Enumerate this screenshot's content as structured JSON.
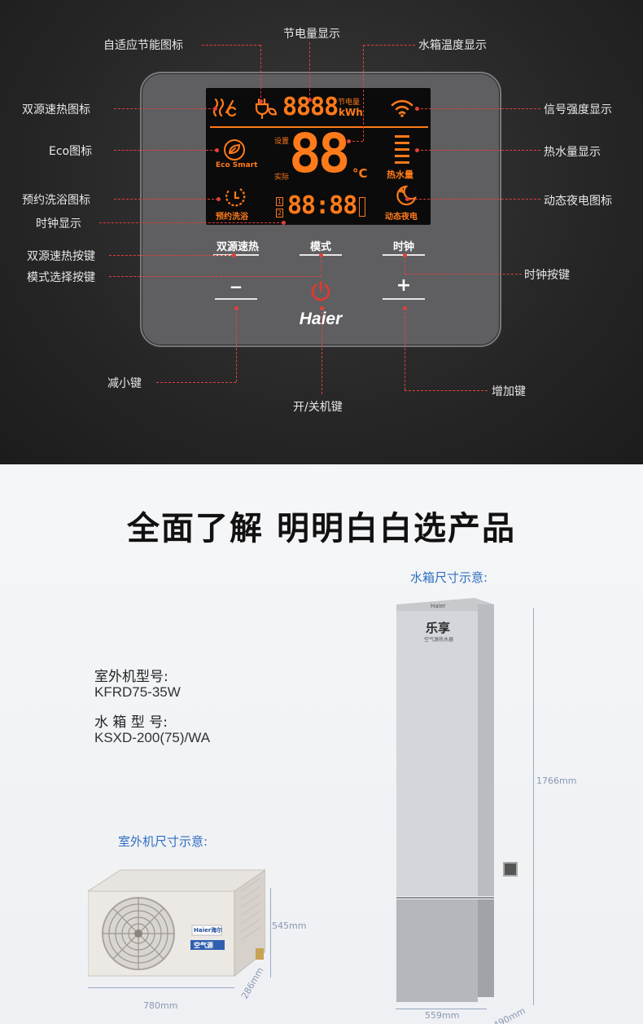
{
  "annotations": {
    "energy_saving_icon": "自适应节能图标",
    "power_display": "节电量显示",
    "tank_temp_display": "水箱温度显示",
    "dual_heat_icon": "双源速热图标",
    "signal_display": "信号强度显示",
    "eco_icon": "Eco图标",
    "hot_water_display": "热水量显示",
    "reserve_bath_icon": "预约洗浴图标",
    "night_power_icon": "动态夜电图标",
    "clock_display": "时钟显示",
    "dual_heat_key": "双源速热按键",
    "mode_key": "模式选择按键",
    "clock_key": "时钟按键",
    "minus_key": "减小键",
    "power_key": "开/关机键",
    "plus_key": "增加键"
  },
  "lcd": {
    "kwh_digits": "8888",
    "kwh_label_top": "节电量",
    "kwh_label_bottom": "kWh",
    "eco_label": "Eco Smart",
    "set_label": "设置",
    "actual_label": "实际",
    "temp_digits": "88",
    "temp_unit": "°C",
    "hot_water_label": "热水量",
    "reserve_label": "预约洗浴",
    "clock_digits": "88:88",
    "night_label": "动态夜电",
    "clock_idx_1": "1",
    "clock_idx_2": "2"
  },
  "buttons": {
    "dual_heat": "双源速热",
    "mode": "模式",
    "clock": "时钟",
    "minus": "−",
    "plus": "+"
  },
  "brand": "Haier",
  "headline": "全面了解  明明白白选产品",
  "tank_size_title": "水箱尺寸示意:",
  "outdoor_size_title": "室外机尺寸示意:",
  "specs": {
    "outdoor_label": "室外机型号:",
    "outdoor_model": "KFRD75-35W",
    "tank_label": "水 箱 型 号:",
    "tank_model": "KSXD-200(75)/WA"
  },
  "dimensions": {
    "tank_height": "1766mm",
    "tank_width": "559mm",
    "tank_depth": "490mm",
    "outdoor_height": "545mm",
    "outdoor_width": "780mm",
    "outdoor_depth": "286mm"
  },
  "tank_texts": {
    "brand_small": "Haier",
    "series": "乐享",
    "series_sub": "空气源热水器"
  },
  "outdoor_texts": {
    "brand_small": "Haier海尔",
    "badge": "空气源"
  },
  "colors": {
    "accent_orange": "#ff7a1a",
    "annotation_red": "#e0403a",
    "dimension_blue": "#2f6fc0"
  }
}
